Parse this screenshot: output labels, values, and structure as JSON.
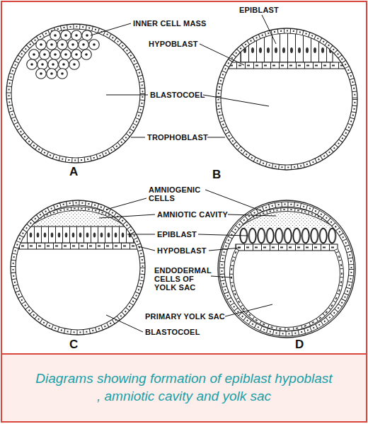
{
  "diagram": {
    "caption": "Diagrams showing formation of epiblast hypoblast , amniotic cavity and yolk sac",
    "labels": [
      "EPIBLAST",
      "INNER CELL MASS",
      "HYPOBLAST",
      "BLASTOCOEL",
      "TROPHOBLAST",
      "A",
      "B",
      "AMNIOGENIC CELLS",
      "AMNIOTIC CAVITY",
      "EPIBLAST",
      "HYPOBLAST",
      "ENDODERMAL CELLS OF YOLK SAC",
      "PRIMARY YOLK SAC",
      "BLASTOCOEL",
      "C",
      "D"
    ]
  }
}
